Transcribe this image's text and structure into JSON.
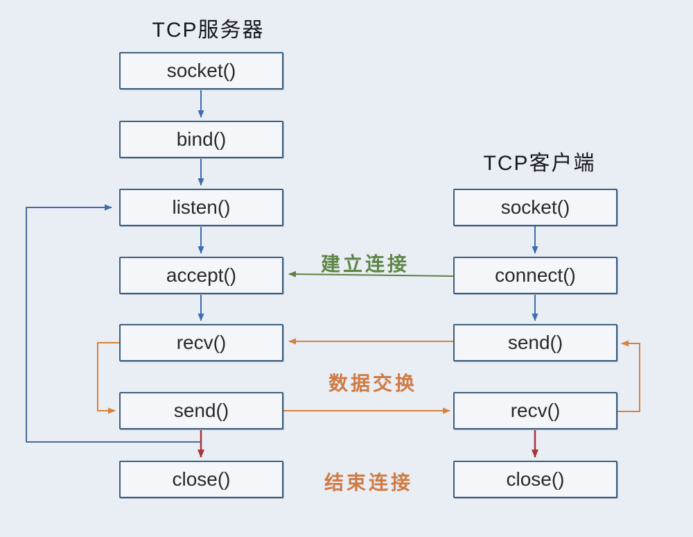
{
  "server": {
    "title": "TCP服务器",
    "steps": [
      "socket()",
      "bind()",
      "listen()",
      "accept()",
      "recv()",
      "send()",
      "close()"
    ]
  },
  "client": {
    "title": "TCP客户端",
    "steps": [
      "socket()",
      "connect()",
      "send()",
      "recv()",
      "close()"
    ]
  },
  "labels": {
    "establish": "建立连接",
    "exchange": "数据交换",
    "terminate": "结束连接"
  },
  "colors": {
    "background": "#e9edf4",
    "box_fill": "#f4f6fa",
    "box_border": "#3c5e7e",
    "arrow_blue": "#3f6cb0",
    "arrow_loop_blue": "#4a6b95",
    "arrow_green": "#5d7f3f",
    "arrow_orange": "#d5823a",
    "arrow_red": "#a93439",
    "label_green": "#5e8646",
    "label_orange": "#cf7a43"
  },
  "edges": [
    {
      "from": "server.socket",
      "to": "server.bind",
      "color": "blue"
    },
    {
      "from": "server.bind",
      "to": "server.listen",
      "color": "blue"
    },
    {
      "from": "server.listen",
      "to": "server.accept",
      "color": "blue"
    },
    {
      "from": "server.accept",
      "to": "server.recv",
      "color": "blue"
    },
    {
      "from": "client.socket",
      "to": "client.connect",
      "color": "blue"
    },
    {
      "from": "client.connect",
      "to": "client.send",
      "color": "blue"
    },
    {
      "from": "client.connect",
      "to": "server.accept",
      "color": "green",
      "label": "建立连接"
    },
    {
      "from": "client.send",
      "to": "server.recv",
      "color": "orange",
      "label": "数据交换"
    },
    {
      "from": "server.send",
      "to": "client.recv",
      "color": "orange",
      "label": "数据交换"
    },
    {
      "from": "server.recv",
      "to": "server.send",
      "color": "orange",
      "kind": "side-loop"
    },
    {
      "from": "client.recv",
      "to": "client.send",
      "color": "orange",
      "kind": "side-loop"
    },
    {
      "from": "server.send",
      "to": "server.close",
      "color": "red",
      "label": "结束连接"
    },
    {
      "from": "client.recv",
      "to": "client.close",
      "color": "red",
      "label": "结束连接"
    },
    {
      "from": "server.send-close-connector",
      "to": "server.listen",
      "color": "blue",
      "kind": "loop-back"
    }
  ]
}
